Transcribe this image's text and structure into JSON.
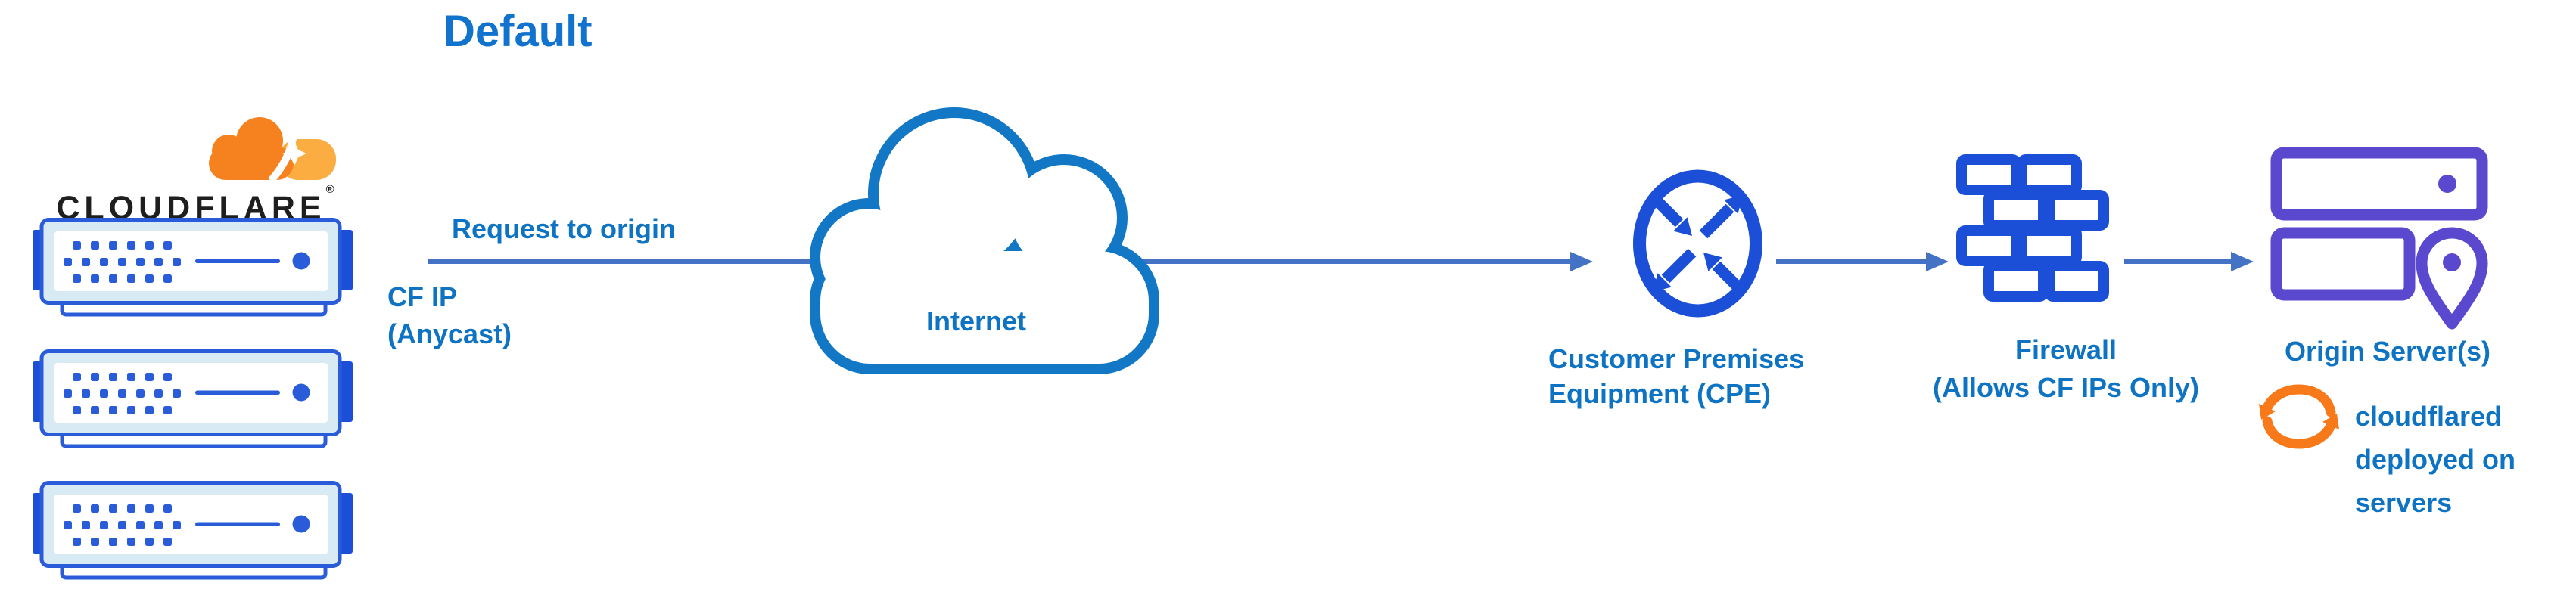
{
  "diagram": {
    "title": "Default",
    "brand": {
      "wordmark": "CLOUDFLARE",
      "registered_mark": "®"
    },
    "edge": {
      "request_label": "Request to origin",
      "ip_label_line1": "CF IP",
      "ip_label_line2": "(Anycast)"
    },
    "internet": {
      "label": "Internet"
    },
    "cpe": {
      "label_line1": "Customer Premises",
      "label_line2": "Equipment (CPE)"
    },
    "firewall": {
      "label_line1": "Firewall",
      "label_line2": "(Allows CF IPs Only)"
    },
    "origin": {
      "label": "Origin Server(s)",
      "note_line1": "cloudflared",
      "note_line2": "deployed on",
      "note_line3": "servers"
    },
    "icons": {
      "cloudflare_logo": "orange-cloud-logo",
      "edge_server": "server-rack",
      "internet": "cloud-outline",
      "cpe": "router-circle-with-arrows",
      "firewall": "brick-wall",
      "origin": "stacked-servers-with-location-pin",
      "cloudflared": "sync-arrows"
    },
    "colors": {
      "title_blue": "#1173cd",
      "label_blue": "#0e73c2",
      "flow_line_blue": "#4472c4",
      "icon_blue": "#1b4fd8",
      "server_border_blue": "#2a5cd9",
      "server_fill": "#d8eaf3",
      "internet_cloud_blue": "#1277c4",
      "origin_purple": "#5a49cf",
      "cloudflare_orange": "#f6821f",
      "cloudflare_light_orange": "#fbad41",
      "cloudflared_orange": "#f8791a",
      "wordmark_dark": "#1e1e1e"
    }
  }
}
